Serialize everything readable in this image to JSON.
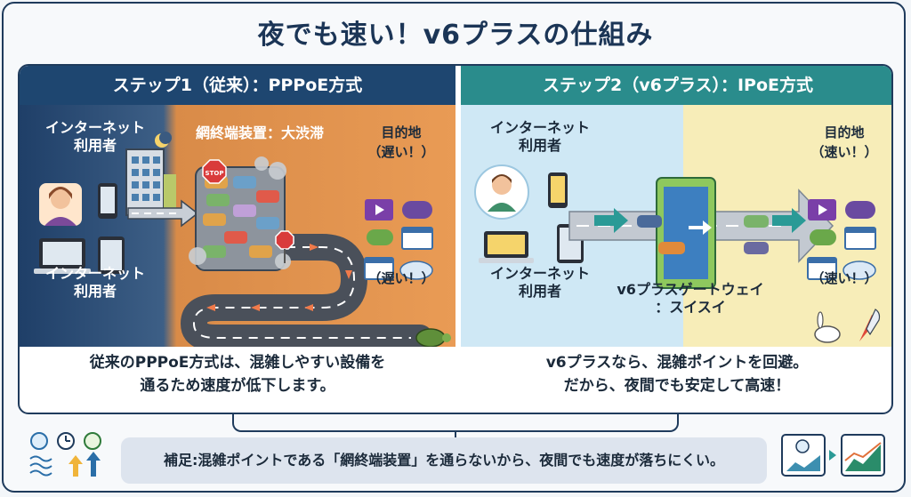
{
  "title": "夜でも速い！v6プラスの仕組み",
  "left_panel": {
    "header": "ステップ1（従来）：PPPoE方式",
    "user_top_label": "インターネット\n利用者",
    "user_bottom_label": "インターネット\n利用者",
    "gateway_label": "網終端装置：大渋滞",
    "destination_label": "目的地",
    "dest_status_top": "（遅い！）",
    "dest_status_bottom": "（遅い！）",
    "stop_sign": "STOP",
    "description": "従来のPPPoE方式は、混雑しやすい設備を\n通るため速度が低下します。"
  },
  "right_panel": {
    "header": "ステップ2（v6プラス）：IPoE方式",
    "user_top_label": "インターネット\n利用者",
    "user_bottom_label": "インターネット\n利用者",
    "gateway_label": "v6プラスゲートウェイ\n：スイスイ",
    "destination_label": "目的地",
    "dest_status_top": "（速い！）",
    "dest_status_bottom": "（速い！）",
    "description": "v6プラスなら、混雑ポイントを回避。\nだから、夜間でも安定して高速！"
  },
  "note": "補足:混雑ポイントである「網終端装置」を通らないから、夜間でも速度が落ちにくい。",
  "colors": {
    "navy": "#1e4670",
    "teal": "#2a8c8c",
    "orange": "#e8934a",
    "light_blue": "#cfe8f5",
    "light_yellow": "#f7edb8"
  },
  "icons": [
    "user-icon",
    "smartphone-icon",
    "tablet-icon",
    "laptop-icon",
    "building-icon",
    "moon-icon",
    "traffic-jam-icon",
    "stop-sign-icon",
    "turtle-icon",
    "video-icon",
    "gamepad-icon",
    "browser-icon",
    "cloud-icon",
    "rabbit-icon",
    "rocket-icon",
    "gateway-icon",
    "speed-clock-icon",
    "chart-icon"
  ]
}
